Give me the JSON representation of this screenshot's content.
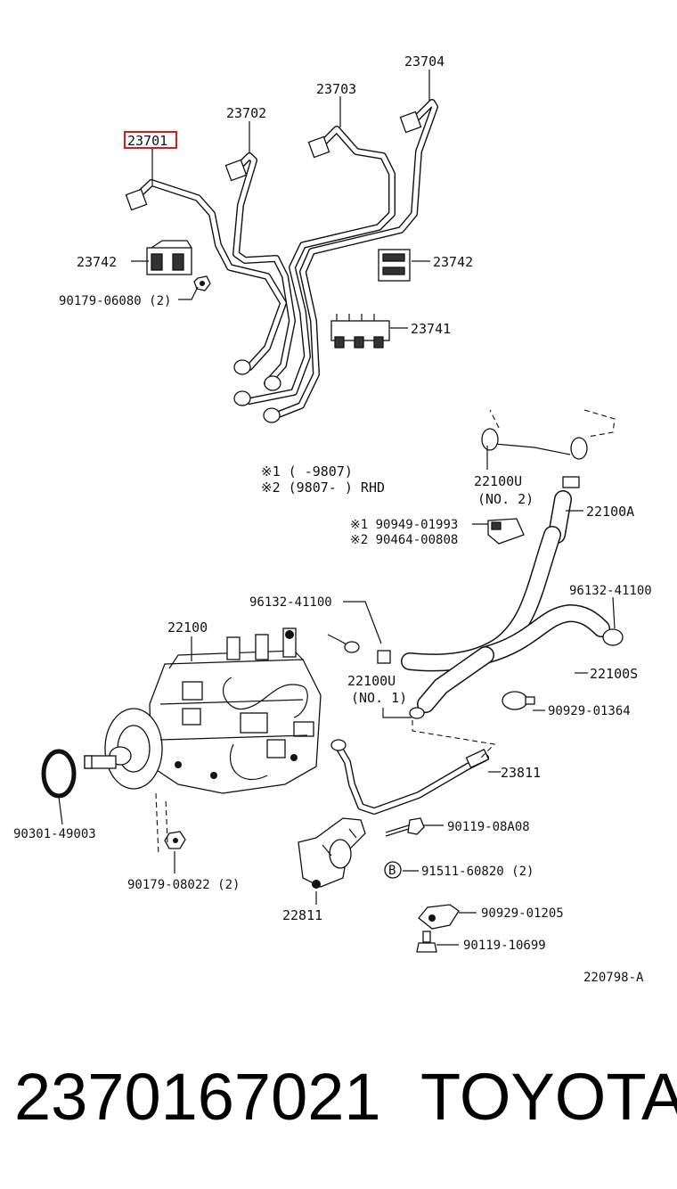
{
  "diagram": {
    "code": "220798-A",
    "labels": {
      "p23701": "23701",
      "p23702": "23702",
      "p23703": "23703",
      "p23704": "23704",
      "p23742a": "23742",
      "p23742b": "23742",
      "p90179_06080": "90179-06080 (2)",
      "p23741": "23741",
      "note1": "※1 (      -9807)",
      "note2": "※2 (9807-      ) RHD",
      "p22100U_no2": "22100U",
      "p22100U_no2_sub": "(NO. 2)",
      "p22100A": "22100A",
      "p90949": "※1 90949-01993",
      "p90464": "※2 90464-00808",
      "p96132_left": "96132-41100",
      "p96132_right": "96132-41100",
      "p22100": "22100",
      "p22100U_no1": "22100U",
      "p22100U_no1_sub": "(NO. 1)",
      "p22100S": "22100S",
      "p90929_01364": "90929-01364",
      "p23811": "23811",
      "p90301": "90301-49003",
      "p90119_08A08": "90119-08A08",
      "p91511": "91511-60820 (2)",
      "p91511_mark": "B",
      "p22811": "22811",
      "p90929_01205": "90929-01205",
      "p90179_08022": "90179-08022 (2)",
      "p90119_10699": "90119-10699"
    },
    "highlight_color": "#e01818"
  },
  "footer": {
    "part_number": "2370167021",
    "brand": "TOYOTA"
  }
}
